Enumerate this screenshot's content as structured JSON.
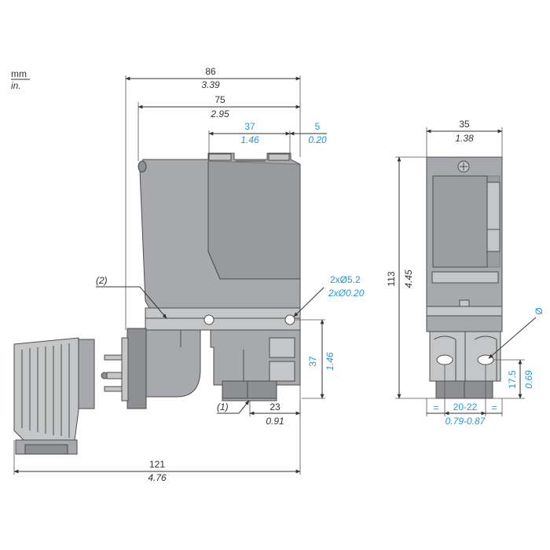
{
  "units": {
    "top": "mm",
    "bottom": "in."
  },
  "side_view": {
    "overall_width": {
      "mm": "86",
      "in": "3.39"
    },
    "body_width": {
      "mm": "75",
      "in": "2.95"
    },
    "hole_spacing": {
      "mm": "37",
      "in": "1.46"
    },
    "hole_offset": {
      "mm": "5",
      "in": "0.20"
    },
    "holes": {
      "mm": "2xØ5.2",
      "in": "2xØ0.20"
    },
    "base_height": {
      "mm": "37",
      "in": "1.46"
    },
    "base_width": {
      "mm": "23",
      "in": "0.91"
    },
    "total_length": {
      "mm": "121",
      "in": "4.76"
    },
    "callout_1": "(1)",
    "callout_2": "(2)"
  },
  "front_view": {
    "width": {
      "mm": "35",
      "in": "1.38"
    },
    "height": {
      "mm": "113",
      "in": "4.45"
    },
    "port_height": {
      "mm": "17.5",
      "in": "0.69"
    },
    "port_spacing": {
      "mm": "20-22",
      "in": "0.79-0.87"
    },
    "equal_mark": "=",
    "diameter_mark": "Ø"
  }
}
